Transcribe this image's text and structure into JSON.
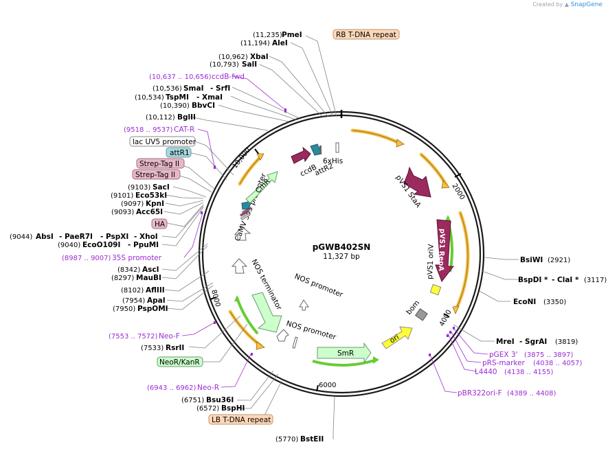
{
  "branding": {
    "created_by": "Created by",
    "brand": "SnapGene"
  },
  "plasmid": {
    "name": "pGWB402SN",
    "length": "11,327 bp"
  },
  "ticks": [
    "2000",
    "4000",
    "6000",
    "8000",
    "10,000"
  ],
  "boxed_features": {
    "rb": "RB T-DNA repeat",
    "lb": "LB T-DNA repeat",
    "lacuv5": "lac UV5 promoter",
    "attr1": "attR1",
    "strep1": "Strep-Tag II",
    "strep2": "Strep-Tag II",
    "ha": "HA",
    "neor": "NeoR/KanR"
  },
  "map_labels": {
    "ccdb": "ccdB",
    "sixhis": "6xHis",
    "attr2": "attR2",
    "cmr": "CmR",
    "camv": "CaMV 35S promoter",
    "vs1stab": "pVS1 StaA",
    "vs1repa": "pVS1 RepA",
    "vs1ori": "pVS1 oriV",
    "bom": "bom",
    "ori": "ori",
    "smr": "SmR",
    "nosprom1": "NOS promoter",
    "nosprom2": "NOS promoter",
    "nosterm": "NOS terminator"
  },
  "sites": {
    "pmei": {
      "num": "(11,235)",
      "name": "PmeI"
    },
    "alei": {
      "num": "(11,194)",
      "name": "AleI"
    },
    "xbai": {
      "num": "(10,962)",
      "name": "XbaI"
    },
    "sali": {
      "num": "(10,793)",
      "name": "SalI"
    },
    "ccdbfwd": {
      "num": "(10,637 .. 10,656)",
      "name": "ccdB-fwd"
    },
    "smai": {
      "num": "(10,536)",
      "name": "SmaI",
      "name2": "- SrfI"
    },
    "tspmi": {
      "num": "(10,534)",
      "name": "TspMI",
      "name2": "- XmaI"
    },
    "bbvci": {
      "num": "(10,390)",
      "name": "BbvCI"
    },
    "bglii": {
      "num": "(10,112)",
      "name": "BglII"
    },
    "catr": {
      "num": "(9518 .. 9537)",
      "name": "CAT-R"
    },
    "saci": {
      "num": "(9103)",
      "name": "SacI"
    },
    "eco53ki": {
      "num": "(9101)",
      "name": "Eco53kI"
    },
    "kpni": {
      "num": "(9097)",
      "name": "KpnI"
    },
    "acc65i": {
      "num": "(9093)",
      "name": "Acc65I"
    },
    "absi": {
      "num": "(9044)",
      "name": "AbsI",
      "name2": "- PaeR7I",
      "name3": "- PspXI",
      "name4": "- XhoI"
    },
    "ecoo109i": {
      "num": "(9040)",
      "name": "EcoO109I",
      "name2": "- PpuMI"
    },
    "p35s": {
      "num": "(8987 .. 9007)",
      "name": "35S promoter"
    },
    "asci": {
      "num": "(8342)",
      "name": "AscI"
    },
    "maubi": {
      "num": "(8297)",
      "name": "MauBI"
    },
    "afliii": {
      "num": "(8102)",
      "name": "AflIII"
    },
    "apai": {
      "num": "(7954)",
      "name": "ApaI"
    },
    "pspomi": {
      "num": "(7950)",
      "name": "PspOMI"
    },
    "neof": {
      "num": "(7553 .. 7572)",
      "name": "Neo-F"
    },
    "rsrii": {
      "num": "(7533)",
      "name": "RsrII"
    },
    "neor": {
      "num": "(6943 .. 6962)",
      "name": "Neo-R"
    },
    "bsu36i": {
      "num": "(6751)",
      "name": "Bsu36I"
    },
    "bsphi": {
      "num": "(6572)",
      "name": "BspHI"
    },
    "bsteii": {
      "num": "(5770)",
      "name": "BstEII"
    },
    "bsiwi": {
      "num": "(2921)",
      "name": "BsiWI"
    },
    "bspdi": {
      "num": "(3117)",
      "name": "BspDI *",
      "name2": "- ClaI *"
    },
    "econi": {
      "num": "(3350)",
      "name": "EcoNI"
    },
    "mrei": {
      "num": "(3819)",
      "name": "MreI",
      "name2": "- SgrAI"
    },
    "pgex": {
      "num": "(3875 .. 3897)",
      "name": "pGEX 3'"
    },
    "prs": {
      "num": "(4038 .. 4057)",
      "name": "pRS-marker"
    },
    "l4440": {
      "num": "(4138 .. 4155)",
      "name": "L4440"
    },
    "pbr": {
      "num": "(4389 .. 4408)",
      "name": "pBR322ori-F"
    }
  },
  "colors": {
    "backbone": "#1a1a1a",
    "primer": "#9b2bd3",
    "pvs1": "#9b2a5e",
    "green_feature": "#ccffcc",
    "ori_yellow": "#ffff33",
    "bom_gray": "#999999",
    "tag_pink": "#e8b8c8",
    "attr_teal": "#a8d8e0",
    "rb_lb": "#ffd8b8",
    "brand": "#2f8fd8"
  }
}
